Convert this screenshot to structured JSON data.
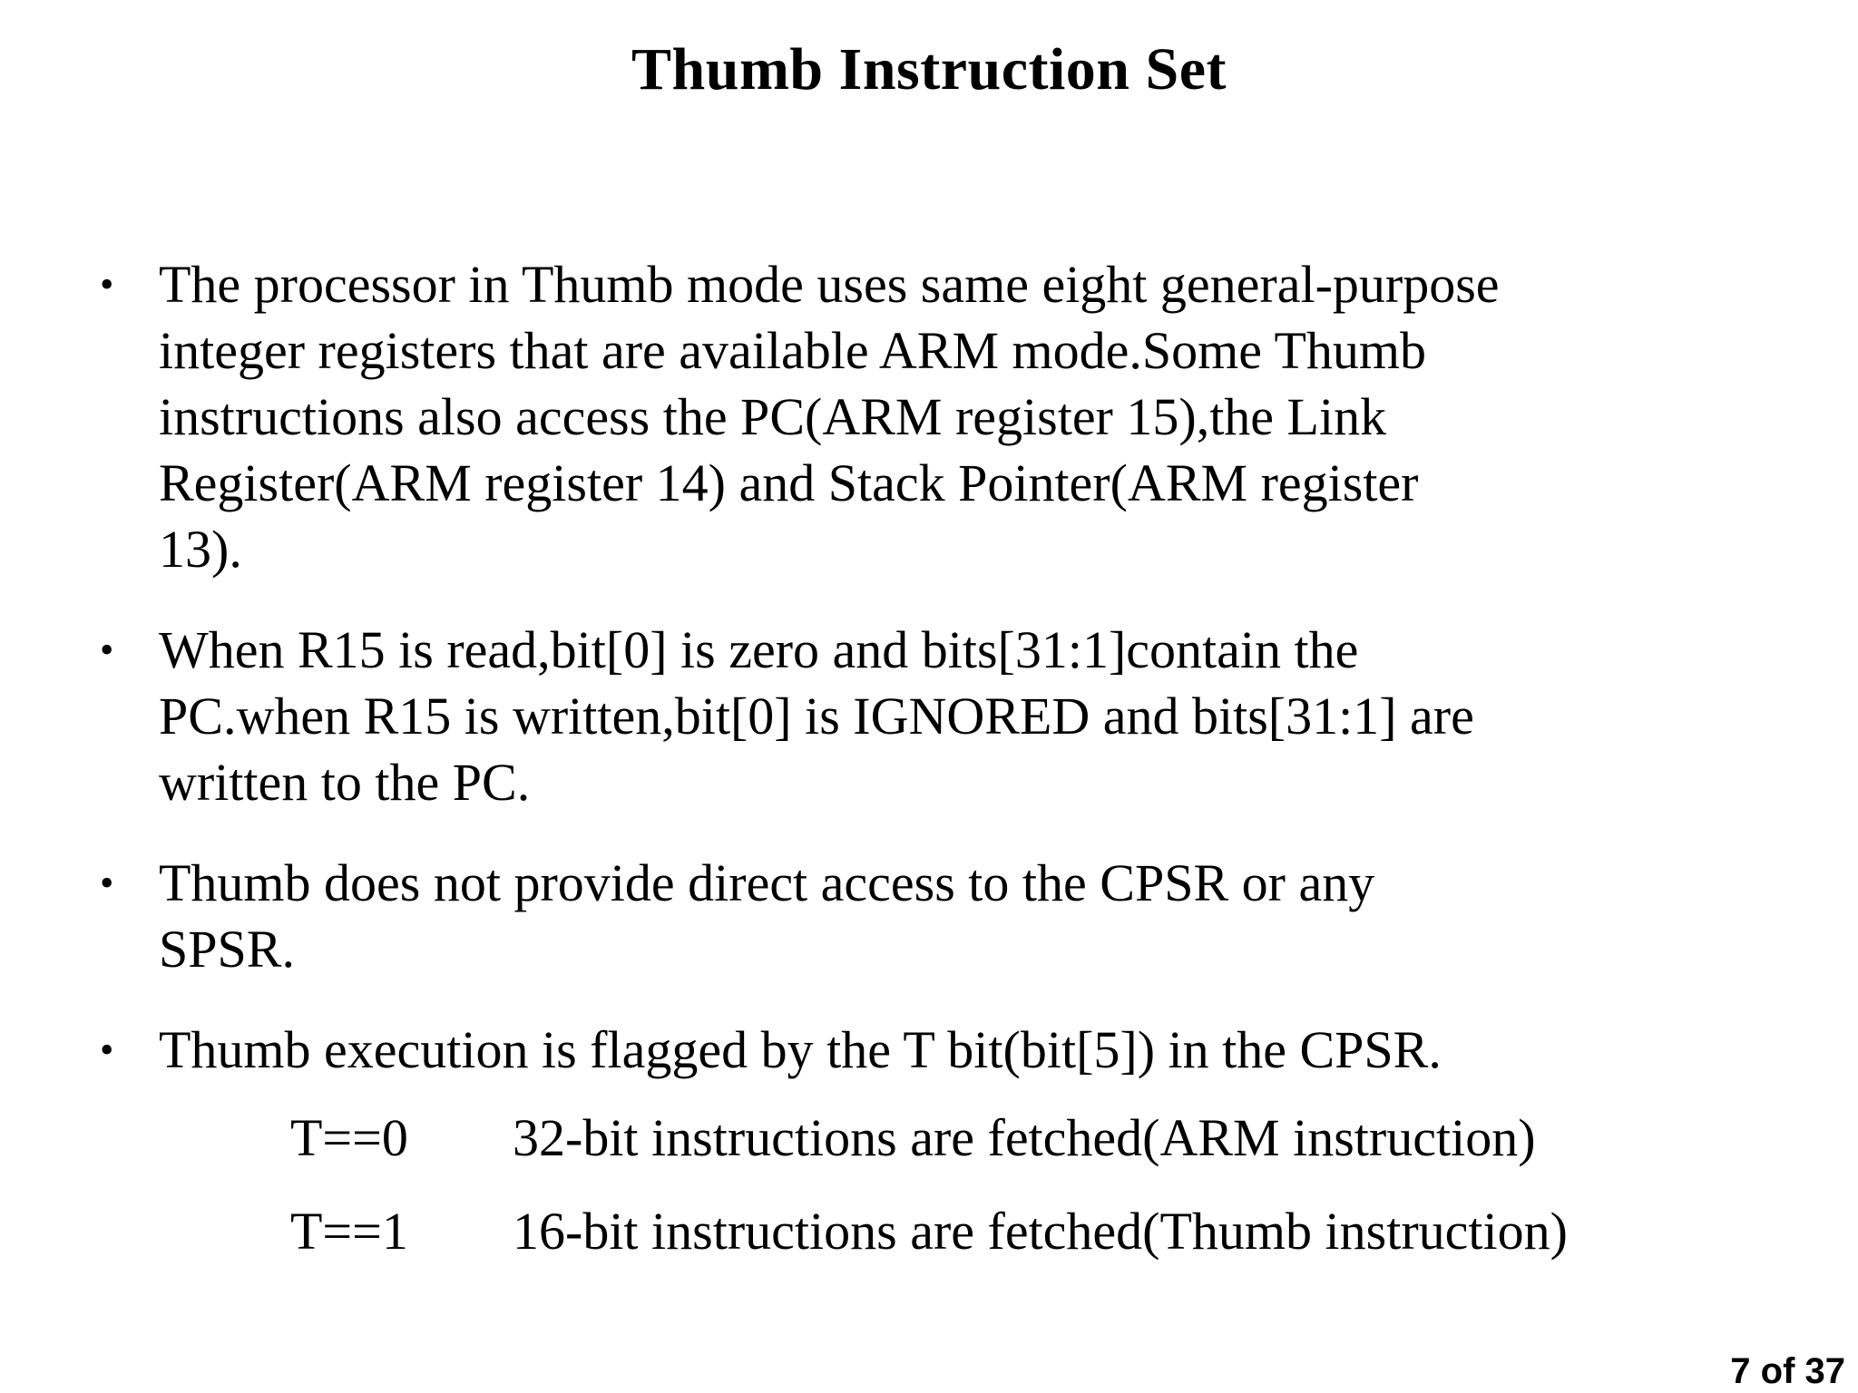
{
  "slide": {
    "title": "Thumb Instruction Set",
    "bullets": [
      "The processor in Thumb mode uses same eight general-purpose integer registers that are available ARM mode.Some Thumb instructions also access the PC(ARM register 15),the Link Register(ARM register 14) and Stack Pointer(ARM register 13).",
      "When R15 is read,bit[0] is zero and bits[31:1]contain the PC.when R15 is written,bit[0] is IGNORED and bits[31:1] are written to the PC.",
      "Thumb does not provide direct access to the CPSR or any SPSR.",
      "Thumb execution is flagged by the T bit(bit[5]) in the CPSR."
    ],
    "sub_items": [
      {
        "label": "T==0",
        "text": "32-bit instructions are fetched(ARM instruction)"
      },
      {
        "label": "T==1",
        "text": "16-bit instructions are fetched(Thumb instruction)"
      }
    ],
    "page_indicator": "7 of 37",
    "colors": {
      "background": "#ffffff",
      "text": "#000000"
    }
  }
}
